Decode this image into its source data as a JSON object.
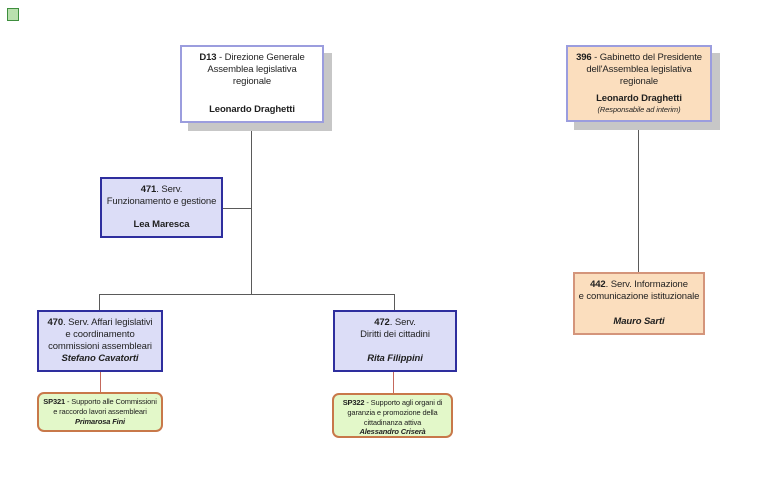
{
  "diagram": {
    "type": "organizational-chart",
    "language": "it",
    "colors": {
      "background": "#FFFFFF",
      "dg_box_fill": "#FFFFFF",
      "dg_box_border": "#9B9DDE",
      "cabinet_box_fill": "#FBDEBE",
      "cabinet_box_border": "#9B9DDE",
      "service_blue_fill": "#DCDDF7",
      "service_blue_border": "#2E2E9E",
      "service_peach_fill": "#FBDEBE",
      "service_peach_border": "#D4957B",
      "sp_box_fill": "#E3F8C9",
      "sp_box_border": "#C8784A",
      "connector_gray": "#5A5A5A",
      "connector_salmon": "#C4685C",
      "drop_shadow": "#C7C7C7",
      "corner_marker_fill": "#B9E0AE",
      "corner_marker_border": "#3E8E3E"
    }
  },
  "boxes": {
    "d13": {
      "code": "D13",
      "after_code": " - Direzione Generale",
      "line2": "Assemblea legislativa",
      "line3": "regionale",
      "name": "Leonardo Draghetti"
    },
    "g396": {
      "code": "396",
      "after_code": " - Gabinetto del Presidente",
      "line2": "dell'Assemblea legislativa",
      "line3": "regionale",
      "name": "Leonardo Draghetti",
      "note": "(Responsabile ad interim)"
    },
    "s471": {
      "code": "471",
      "after_code": ". Serv.",
      "line2": "Funzionamento e gestione",
      "name": "Lea Maresca"
    },
    "s442": {
      "code": "442",
      "after_code": ". Serv. Informazione",
      "line2": "e comunicazione istituzionale",
      "name": "Mauro Sarti"
    },
    "s470": {
      "code": "470",
      "after_code": ". Serv. Affari legislativi",
      "line2": "e coordinamento",
      "line3": "commissioni assembleari",
      "name": "Stefano Cavatorti"
    },
    "s472": {
      "code": "472",
      "after_code": ". Serv.",
      "line2": "Diritti dei cittadini",
      "name": "Rita Filippini"
    },
    "sp321": {
      "code": "SP321",
      "after_code": " - Supporto alle Commissioni",
      "line2": "e raccordo lavori assembleari",
      "name": "Primarosa Fini"
    },
    "sp322": {
      "code": "SP322",
      "after_code": " - Supporto agli organi di",
      "line2": "garanzia e promozione della",
      "line3": "cittadinanza attiva",
      "name": "Alessandro Criserà"
    }
  }
}
